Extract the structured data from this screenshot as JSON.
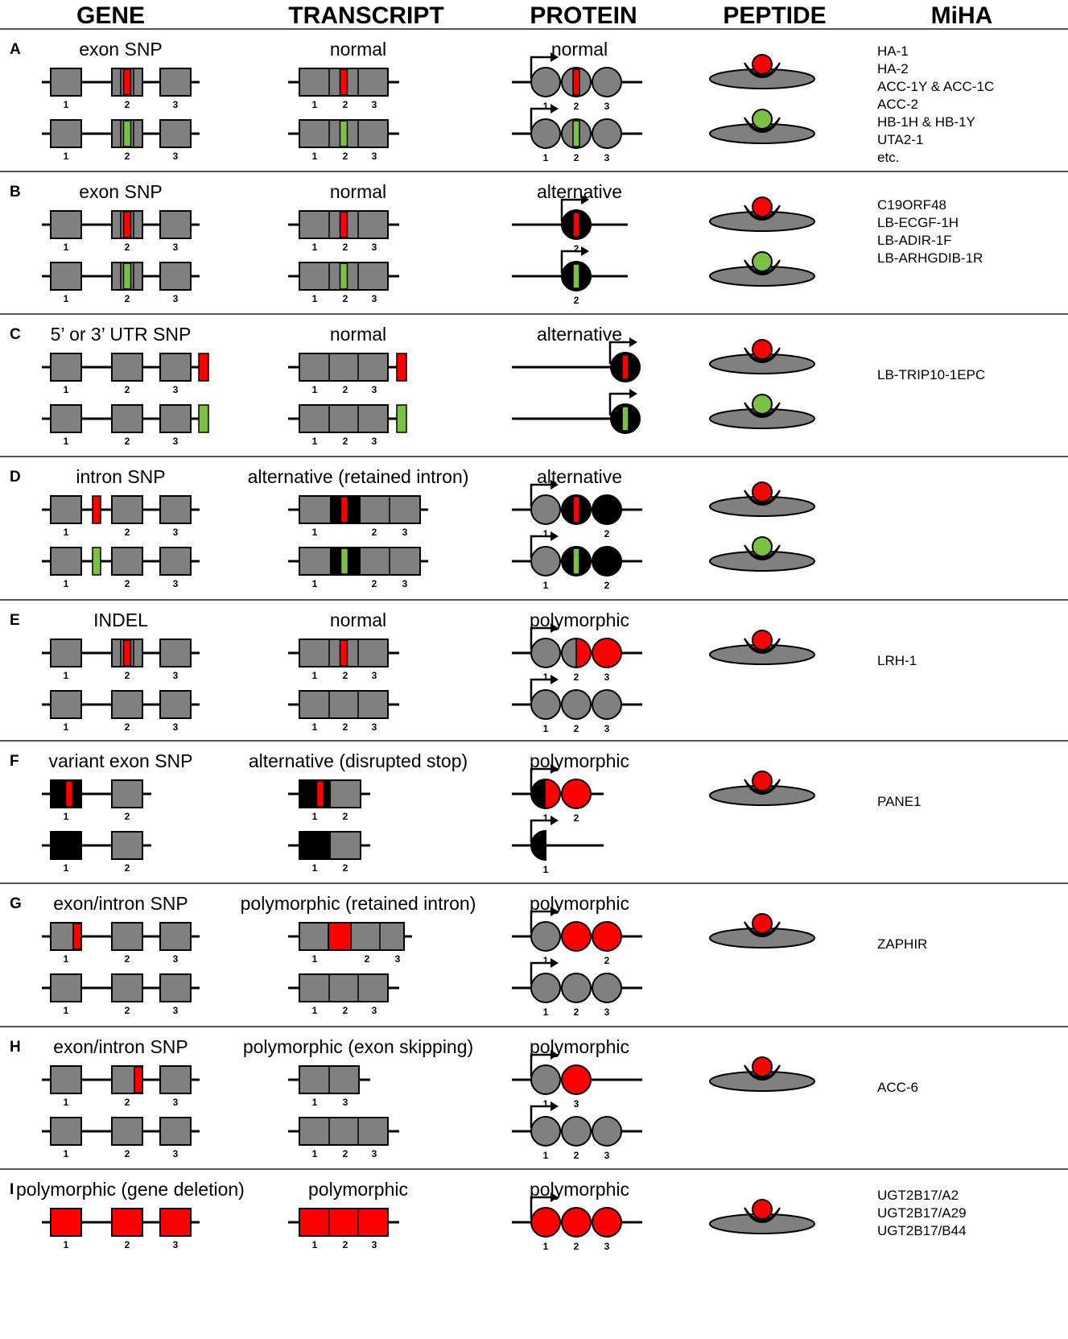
{
  "headers": {
    "gene": "GENE",
    "transcript": "TRANSCRIPT",
    "protein": "PROTEIN",
    "peptide": "PEPTIDE",
    "miha": "MiHA"
  },
  "colors": {
    "gray": "#808080",
    "red": "#ff0000",
    "green": "#7ac143",
    "black": "#000000"
  },
  "panels": [
    {
      "letter": "A",
      "gene_label": "exon SNP",
      "transcript_label": "normal",
      "protein_label": "normal",
      "miha": [
        "HA-1",
        "HA-2",
        "ACC-1Y & ACC-1C",
        "ACC-2",
        "HB-1H & HB-1Y",
        "UTA2-1",
        "etc."
      ],
      "peptide_colors": [
        "red",
        "green"
      ],
      "rows": [
        {
          "gene": [
            {
              "n": "1"
            },
            {
              "n": "2",
              "snp": "red"
            },
            {
              "n": "3"
            }
          ],
          "tx": [
            {
              "n": "1"
            },
            {
              "n": "2",
              "snp": "red"
            },
            {
              "n": "3"
            }
          ],
          "prot": {
            "arrow": true,
            "circles": [
              {
                "n": "1"
              },
              {
                "n": "2",
                "snp": "red"
              },
              {
                "n": "3"
              }
            ]
          }
        },
        {
          "gene": [
            {
              "n": "1"
            },
            {
              "n": "2",
              "snp": "green"
            },
            {
              "n": "3"
            }
          ],
          "tx": [
            {
              "n": "1"
            },
            {
              "n": "2",
              "snp": "green"
            },
            {
              "n": "3"
            }
          ],
          "prot": {
            "arrow": true,
            "circles": [
              {
                "n": "1"
              },
              {
                "n": "2",
                "snp": "green"
              },
              {
                "n": "3"
              }
            ]
          }
        }
      ]
    },
    {
      "letter": "B",
      "gene_label": "exon SNP",
      "transcript_label": "normal",
      "protein_label": "alternative",
      "miha": [
        "C19ORF48",
        "LB-ECGF-1H",
        "LB-ADIR-1F",
        "LB-ARHGDIB-1R"
      ],
      "peptide_colors": [
        "red",
        "green"
      ],
      "rows": [
        {
          "gene": [
            {
              "n": "1"
            },
            {
              "n": "2",
              "snp": "red"
            },
            {
              "n": "3"
            }
          ],
          "tx": [
            {
              "n": "1"
            },
            {
              "n": "2",
              "snp": "red"
            },
            {
              "n": "3"
            }
          ],
          "prot": {
            "type": "single",
            "fill": "black",
            "snp": "red",
            "n": "2"
          }
        },
        {
          "gene": [
            {
              "n": "1"
            },
            {
              "n": "2",
              "snp": "green"
            },
            {
              "n": "3"
            }
          ],
          "tx": [
            {
              "n": "1"
            },
            {
              "n": "2",
              "snp": "green"
            },
            {
              "n": "3"
            }
          ],
          "prot": {
            "type": "single",
            "fill": "black",
            "snp": "green",
            "n": "2"
          }
        }
      ]
    },
    {
      "letter": "C",
      "gene_label": "5’ or 3’ UTR SNP",
      "transcript_label": "normal",
      "protein_label": "alternative",
      "miha": [
        "LB-TRIP10-1EPC"
      ],
      "peptide_colors": [
        "red",
        "green"
      ],
      "rows": [
        {
          "gene": [
            {
              "n": "1"
            },
            {
              "n": "2"
            },
            {
              "n": "3"
            }
          ],
          "gene_utr": "red",
          "tx": [
            {
              "n": "1"
            },
            {
              "n": "2"
            },
            {
              "n": "3"
            }
          ],
          "tx_utr": "red",
          "prot": {
            "type": "utr",
            "snp": "red"
          }
        },
        {
          "gene": [
            {
              "n": "1"
            },
            {
              "n": "2"
            },
            {
              "n": "3"
            }
          ],
          "gene_utr": "green",
          "tx": [
            {
              "n": "1"
            },
            {
              "n": "2"
            },
            {
              "n": "3"
            }
          ],
          "tx_utr": "green",
          "prot": {
            "type": "utr",
            "snp": "green"
          }
        }
      ]
    },
    {
      "letter": "D",
      "gene_label": "intron SNP",
      "transcript_label": "alternative (retained intron)",
      "protein_label": "alternative",
      "miha": [],
      "peptide_colors": [
        "red",
        "green"
      ],
      "rows": [
        {
          "gene_intron": "red",
          "gene": [
            {
              "n": "1"
            },
            {
              "n": "2"
            },
            {
              "n": "3"
            }
          ],
          "tx_retained": "red",
          "tx": [
            {
              "n": "1"
            },
            {
              "n": "2"
            },
            {
              "n": "3"
            }
          ],
          "prot": {
            "arrow": true,
            "circles": [
              {
                "n": "1"
              },
              {
                "n": "",
                "fill": "black",
                "snp": "red"
              },
              {
                "n": "2",
                "fill": "black"
              }
            ]
          }
        },
        {
          "gene_intron": "green",
          "gene": [
            {
              "n": "1"
            },
            {
              "n": "2"
            },
            {
              "n": "3"
            }
          ],
          "tx_retained": "green",
          "tx": [
            {
              "n": "1"
            },
            {
              "n": "2"
            },
            {
              "n": "3"
            }
          ],
          "prot": {
            "arrow": true,
            "circles": [
              {
                "n": "1"
              },
              {
                "n": "",
                "fill": "black",
                "snp": "green"
              },
              {
                "n": "2",
                "fill": "black"
              }
            ]
          }
        }
      ]
    },
    {
      "letter": "E",
      "gene_label": "INDEL",
      "transcript_label": "normal",
      "protein_label": "polymorphic",
      "miha": [
        "LRH-1"
      ],
      "peptide_colors": [
        "red"
      ],
      "rows": [
        {
          "gene": [
            {
              "n": "1"
            },
            {
              "n": "2",
              "snp": "red"
            },
            {
              "n": "3"
            }
          ],
          "tx": [
            {
              "n": "1"
            },
            {
              "n": "2",
              "snp": "red"
            },
            {
              "n": "3"
            }
          ],
          "prot": {
            "arrow": true,
            "circles": [
              {
                "n": "1"
              },
              {
                "n": "2",
                "half": "red"
              },
              {
                "n": "3",
                "fill": "red"
              }
            ]
          }
        },
        {
          "gene": [
            {
              "n": "1"
            },
            {
              "n": "2"
            },
            {
              "n": "3"
            }
          ],
          "tx": [
            {
              "n": "1"
            },
            {
              "n": "2"
            },
            {
              "n": "3"
            }
          ],
          "prot": {
            "arrow": true,
            "circles": [
              {
                "n": "1"
              },
              {
                "n": "2"
              },
              {
                "n": "3"
              }
            ]
          }
        }
      ]
    },
    {
      "letter": "F",
      "gene_label": "variant exon SNP",
      "transcript_label": "alternative (disrupted stop)",
      "protein_label": "polymorphic",
      "miha": [
        "PANE1"
      ],
      "peptide_colors": [
        "red"
      ],
      "rows": [
        {
          "type": "F1",
          "gene": [
            {
              "n": "1",
              "fill": "black",
              "snp": "red"
            },
            {
              "n": "2"
            }
          ],
          "tx_nums": [
            "1",
            "2"
          ],
          "tx_snp": "red",
          "prot_nums": [
            "1",
            "2"
          ]
        },
        {
          "type": "F2",
          "gene": [
            {
              "n": "1",
              "fill": "black"
            },
            {
              "n": "2"
            }
          ],
          "tx_nums": [
            "1",
            "2"
          ],
          "prot_nums": [
            "1"
          ]
        }
      ]
    },
    {
      "letter": "G",
      "gene_label": "exon/intron SNP",
      "transcript_label": "polymorphic (retained intron)",
      "protein_label": "polymorphic",
      "miha": [
        "ZAPHIR"
      ],
      "peptide_colors": [
        "red"
      ],
      "rows": [
        {
          "gene": [
            {
              "n": "1",
              "snp_right": "red"
            },
            {
              "n": "2"
            },
            {
              "n": "3"
            }
          ],
          "tx_retained_block": "red",
          "tx_nums": [
            "1",
            "2",
            "3"
          ],
          "prot": {
            "arrow": true,
            "circles": [
              {
                "n": "1"
              },
              {
                "n": "",
                "fill": "red"
              },
              {
                "n": "2",
                "fill": "red"
              }
            ]
          }
        },
        {
          "gene": [
            {
              "n": "1"
            },
            {
              "n": "2"
            },
            {
              "n": "3"
            }
          ],
          "tx": [
            {
              "n": "1"
            },
            {
              "n": "2"
            },
            {
              "n": "3"
            }
          ],
          "prot": {
            "arrow": true,
            "circles": [
              {
                "n": "1"
              },
              {
                "n": "2"
              },
              {
                "n": "3"
              }
            ]
          }
        }
      ]
    },
    {
      "letter": "H",
      "gene_label": "exon/intron SNP",
      "transcript_label": "polymorphic (exon skipping)",
      "protein_label": "polymorphic",
      "miha": [
        "ACC-6"
      ],
      "peptide_colors": [
        "red"
      ],
      "rows": [
        {
          "gene": [
            {
              "n": "1"
            },
            {
              "n": "2",
              "snp_right": "red"
            },
            {
              "n": "3"
            }
          ],
          "tx": [
            {
              "n": "1"
            },
            {
              "n": "3"
            }
          ],
          "prot": {
            "arrow": true,
            "tail": true,
            "circles": [
              {
                "n": "1"
              },
              {
                "n": "3",
                "fill": "red"
              }
            ]
          }
        },
        {
          "gene": [
            {
              "n": "1"
            },
            {
              "n": "2"
            },
            {
              "n": "3"
            }
          ],
          "tx": [
            {
              "n": "1"
            },
            {
              "n": "2"
            },
            {
              "n": "3"
            }
          ],
          "prot": {
            "arrow": true,
            "circles": [
              {
                "n": "1"
              },
              {
                "n": "2"
              },
              {
                "n": "3"
              }
            ]
          }
        }
      ]
    },
    {
      "letter": "I",
      "gene_label": "polymorphic (gene deletion)",
      "transcript_label": "polymorphic",
      "protein_label": "polymorphic",
      "miha": [
        "UGT2B17/A2",
        "UGT2B17/A29",
        "UGT2B17/B44"
      ],
      "peptide_colors": [
        "red"
      ],
      "rows": [
        {
          "gene": [
            {
              "n": "1",
              "fill": "red"
            },
            {
              "n": "2",
              "fill": "red"
            },
            {
              "n": "3",
              "fill": "red"
            }
          ],
          "tx": [
            {
              "n": "1",
              "fill": "red"
            },
            {
              "n": "2",
              "fill": "red"
            },
            {
              "n": "3",
              "fill": "red"
            }
          ],
          "prot": {
            "arrow": true,
            "circles": [
              {
                "n": "1",
                "fill": "red"
              },
              {
                "n": "2",
                "fill": "red"
              },
              {
                "n": "3",
                "fill": "red"
              }
            ]
          }
        }
      ]
    }
  ]
}
